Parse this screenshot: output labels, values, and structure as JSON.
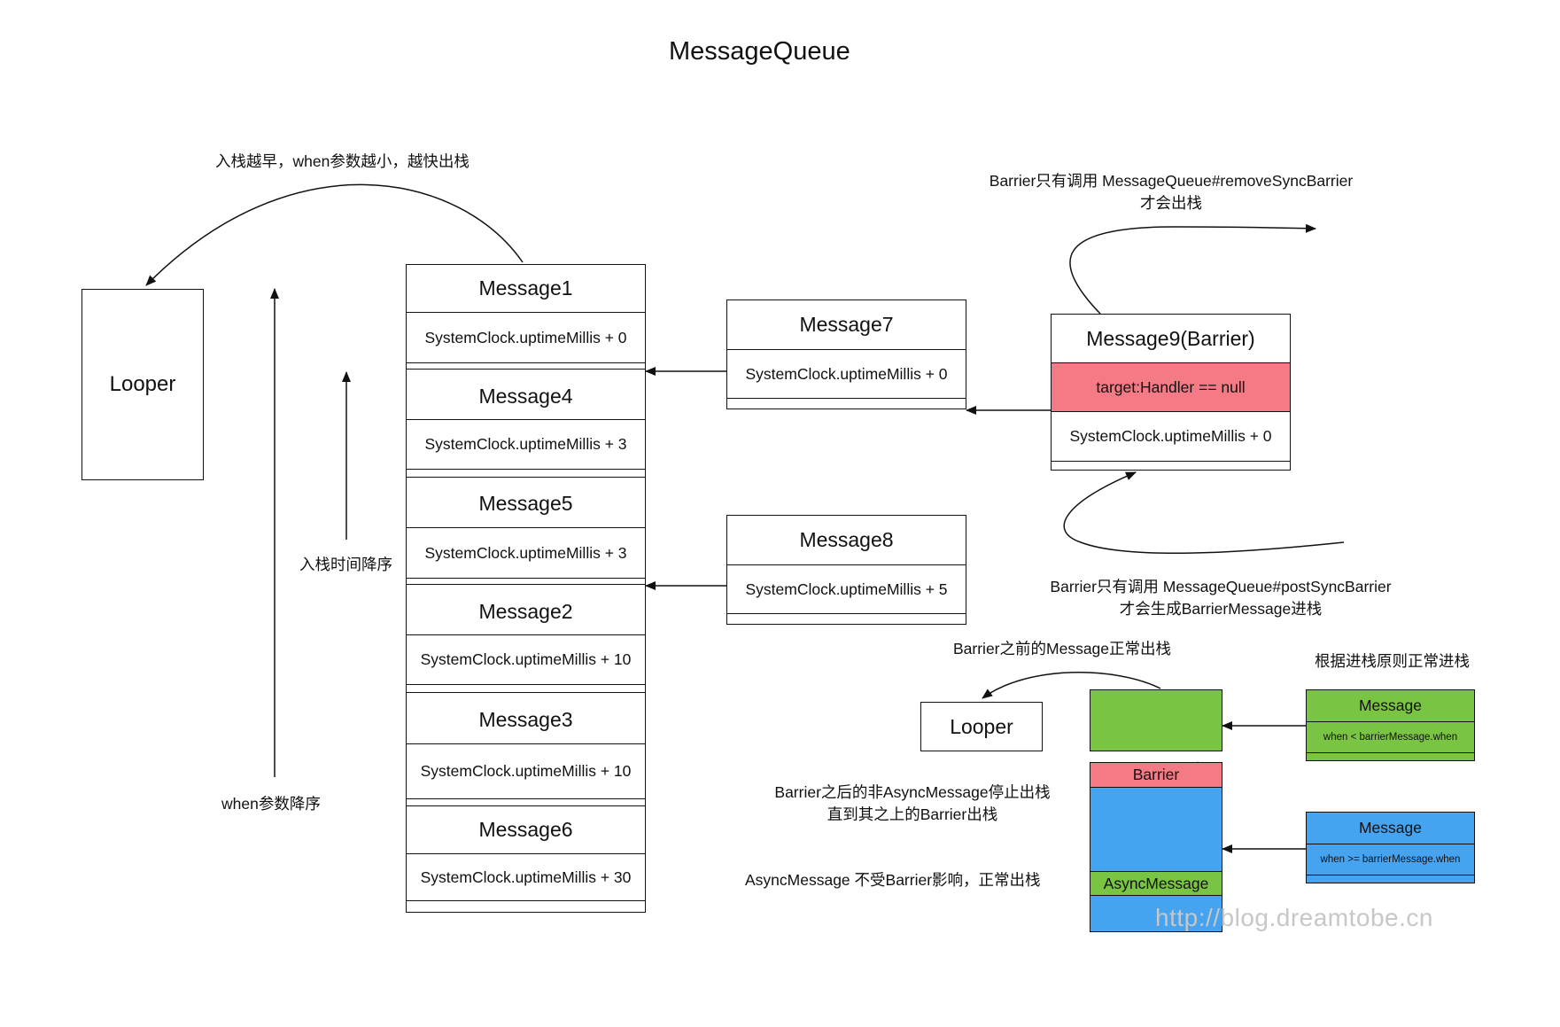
{
  "title": "MessageQueue",
  "looper_main": "Looper",
  "looper_small": "Looper",
  "stack_messages": [
    {
      "name": "Message1",
      "when": "SystemClock.uptimeMillis + 0"
    },
    {
      "name": "Message4",
      "when": "SystemClock.uptimeMillis + 3"
    },
    {
      "name": "Message5",
      "when": "SystemClock.uptimeMillis + 3"
    },
    {
      "name": "Message2",
      "when": "SystemClock.uptimeMillis + 10"
    },
    {
      "name": "Message3",
      "when": "SystemClock.uptimeMillis + 10"
    },
    {
      "name": "Message6",
      "when": "SystemClock.uptimeMillis + 30"
    }
  ],
  "message7": {
    "name": "Message7",
    "when": "SystemClock.uptimeMillis + 0"
  },
  "message8": {
    "name": "Message8",
    "when": "SystemClock.uptimeMillis + 5"
  },
  "message9": {
    "name": "Message9(Barrier)",
    "target": "target:Handler == null",
    "when": "SystemClock.uptimeMillis + 0"
  },
  "annotations": {
    "pop_order": "入栈越早，when参数越小，越快出栈",
    "push_time_desc": "入栈时间降序",
    "when_desc": "when参数降序",
    "barrier_remove_1": "Barrier只有调用 MessageQueue#removeSyncBarrier",
    "barrier_remove_2": "才会出栈",
    "barrier_post_1": "Barrier只有调用 MessageQueue#postSyncBarrier",
    "barrier_post_2": "才会生成BarrierMessage进栈",
    "before_barrier": "Barrier之前的Message正常出栈",
    "push_rule": "根据进栈原则正常进栈",
    "after_barrier_1": "Barrier之后的非AsyncMessage停止出栈",
    "after_barrier_2": "直到其之上的Barrier出栈",
    "async_msg": "AsyncMessage 不受Barrier影响，正常出栈"
  },
  "lower_diagram": {
    "barrier_label": "Barrier",
    "async_label": "AsyncMessage",
    "msg_green": {
      "name": "Message",
      "cond": "when < barrierMessage.when"
    },
    "msg_blue": {
      "name": "Message",
      "cond": "when >= barrierMessage.when"
    }
  },
  "watermark": "http://blog.dreamtobe.cn",
  "colors": {
    "barrier_red": "#f47a86",
    "green": "#79c443",
    "blue": "#46a3ef",
    "line": "#111111"
  }
}
